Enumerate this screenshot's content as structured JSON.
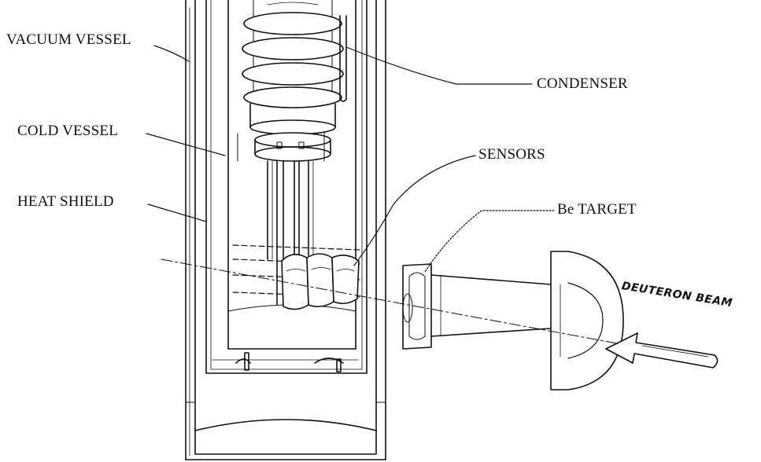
{
  "labels": {
    "vacuum_vessel": "VACUUM VESSEL",
    "condenser": "CONDENSER",
    "cold_vessel": "COLD VESSEL",
    "sensors": "SENSORS",
    "heat_shield": "HEAT SHIELD",
    "be_target": "Be TARGET"
  },
  "beam": {
    "label": "DEUTERON BEAM"
  },
  "colors": {
    "ink": "#111111",
    "background": "#ffffff"
  }
}
